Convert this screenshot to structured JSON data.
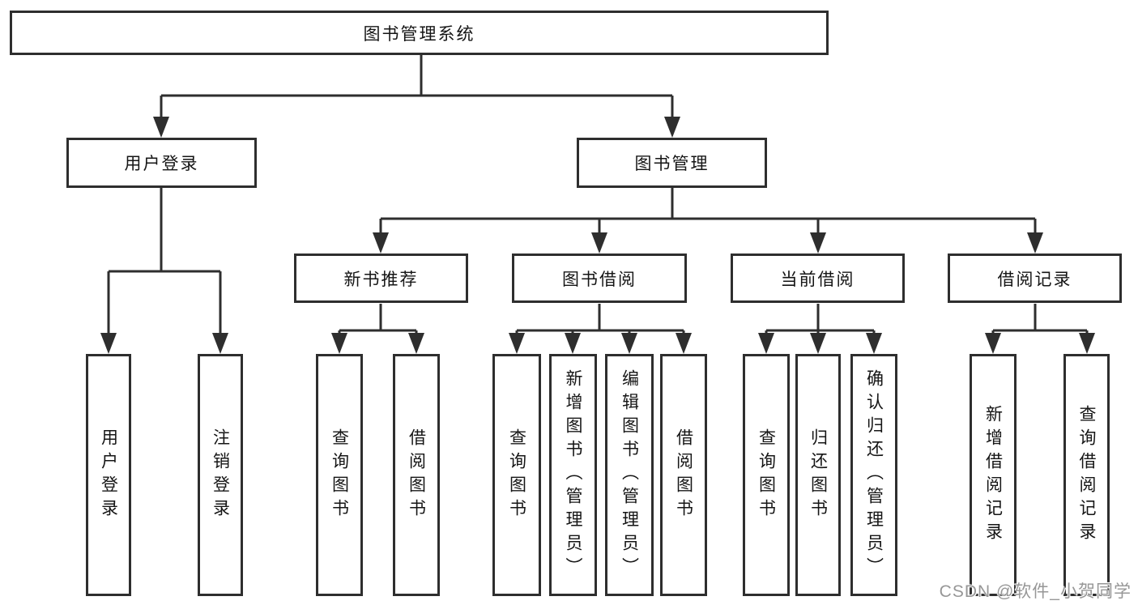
{
  "diagram": {
    "title": "图书管理系统",
    "modules": [
      {
        "label": "用户登录",
        "children": [
          "用户登录",
          "注销登录"
        ]
      },
      {
        "label": "图书管理",
        "submodules": [
          {
            "label": "新书推荐",
            "children": [
              "查询图书",
              "借阅图书"
            ]
          },
          {
            "label": "图书借阅",
            "children": [
              "查询图书",
              "新增图书（管理员）",
              "编辑图书（管理员）",
              "借阅图书"
            ]
          },
          {
            "label": "当前借阅",
            "children": [
              "查询图书",
              "归还图书",
              "确认归还（管理员）"
            ]
          },
          {
            "label": "借阅记录",
            "children": [
              "新增借阅记录",
              "查询借阅记录"
            ]
          }
        ]
      }
    ]
  },
  "watermark": {
    "text": "CSDN @软件_小贺同学"
  },
  "colors": {
    "line": "#2e2e2e",
    "node_border": "#2e2e2e",
    "text": "#151515",
    "watermark": "#979797",
    "background": "#ffffff"
  }
}
